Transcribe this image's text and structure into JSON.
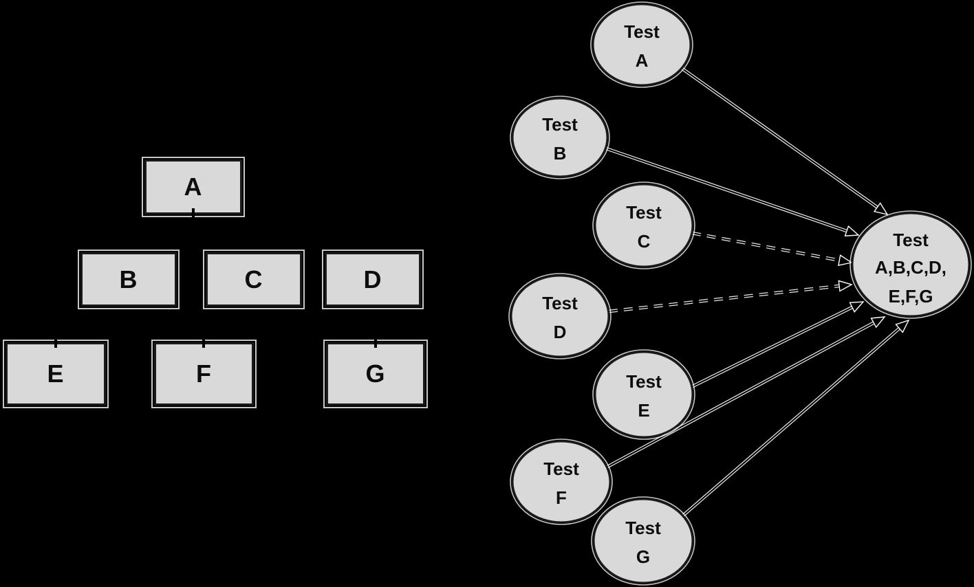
{
  "left_tree": {
    "boxes": [
      {
        "id": "A",
        "label": "A"
      },
      {
        "id": "B",
        "label": "B"
      },
      {
        "id": "C",
        "label": "C"
      },
      {
        "id": "D",
        "label": "D"
      },
      {
        "id": "E",
        "label": "E"
      },
      {
        "id": "F",
        "label": "F"
      },
      {
        "id": "G",
        "label": "G"
      }
    ]
  },
  "right_graph": {
    "nodes": [
      {
        "id": "test-a",
        "line1": "Test",
        "line2": "A"
      },
      {
        "id": "test-b",
        "line1": "Test",
        "line2": "B"
      },
      {
        "id": "test-c",
        "line1": "Test",
        "line2": "C"
      },
      {
        "id": "test-d",
        "line1": "Test",
        "line2": "D"
      },
      {
        "id": "test-e",
        "line1": "Test",
        "line2": "E"
      },
      {
        "id": "test-f",
        "line1": "Test",
        "line2": "F"
      },
      {
        "id": "test-g",
        "line1": "Test",
        "line2": "G"
      }
    ],
    "target": {
      "id": "test-all",
      "line1": "Test",
      "line2": "A,B,C,D,",
      "line3": "E,F,G"
    },
    "edges": [
      {
        "from": "test-a",
        "to": "test-all",
        "style": "solid"
      },
      {
        "from": "test-b",
        "to": "test-all",
        "style": "solid"
      },
      {
        "from": "test-c",
        "to": "test-all",
        "style": "dashed"
      },
      {
        "from": "test-d",
        "to": "test-all",
        "style": "dashed"
      },
      {
        "from": "test-e",
        "to": "test-all",
        "style": "solid"
      },
      {
        "from": "test-f",
        "to": "test-all",
        "style": "solid"
      },
      {
        "from": "test-g",
        "to": "test-all",
        "style": "solid"
      }
    ]
  },
  "colors": {
    "background": "#000000",
    "shape_fill": "#d9d9d9",
    "shape_border": "#1a1a1a",
    "shape_halo": "#f2f2f2",
    "edge_halo": "#e8e8e8",
    "edge_core": "#000000",
    "arrow_fill": "#000000",
    "arrow_outline": "#ffffff",
    "label_text": "#0d0d0d"
  }
}
